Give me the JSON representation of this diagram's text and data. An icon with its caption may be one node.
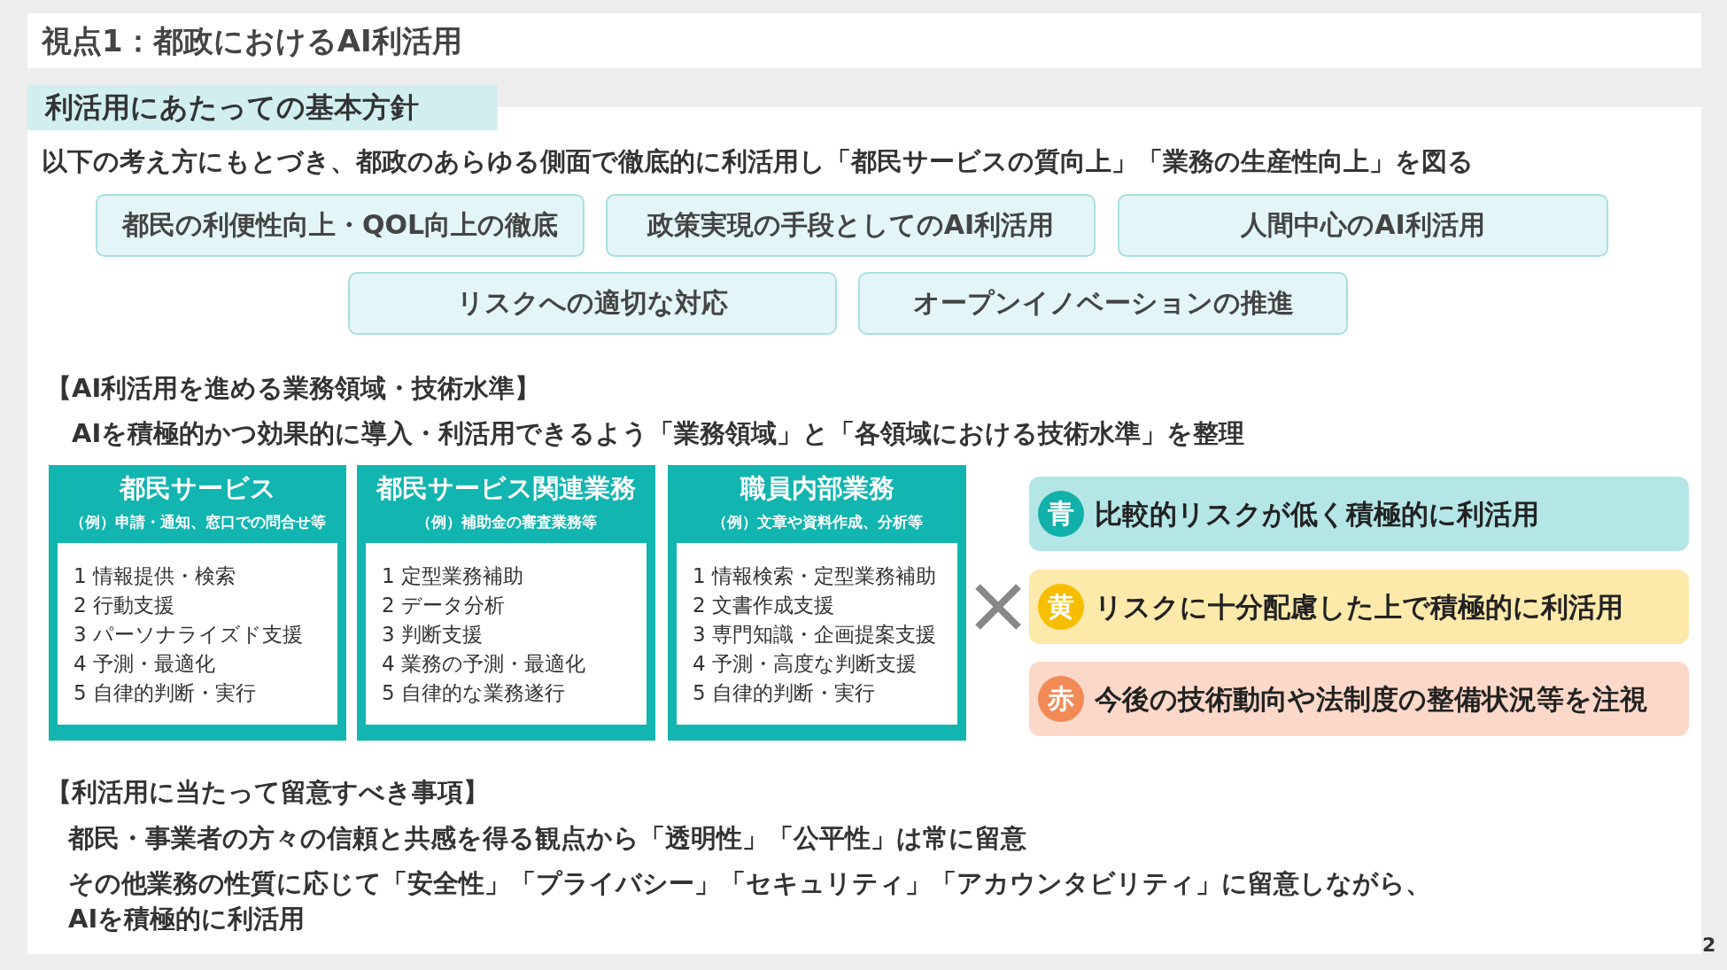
{
  "diagram": {
    "title": "視点1：都政におけるAI利活用",
    "nodes": [
      {
        "text": [
          "利活用にあたっての基本方針"
        ]
      },
      {
        "text": [
          "都民の利便性向上・QOL向上の徹底"
        ]
      },
      {
        "text": [
          "政策実現の手段としてのAI利活用"
        ]
      },
      {
        "text": [
          "人間中心のAI利活用"
        ]
      },
      {
        "text": [
          "リスクへの適切な対応"
        ]
      },
      {
        "text": [
          "オープンイノベーションの推進"
        ]
      },
      {
        "text": [
          "都民サービス",
          "（例）申請・通知、窓口での問合せ等"
        ]
      },
      {
        "text": [
          "1 情報提供・検索",
          "2 行動支援",
          "3 パーソナライズド支援",
          "4 予測・最適化",
          "5 自律的判断・実行"
        ],
        "in": 6
      },
      {
        "text": [
          "都民サービス関連業務",
          "（例）補助金の審査業務等"
        ]
      },
      {
        "text": [
          "1 定型業務補助",
          "2 データ分析",
          "3 判断支援",
          "4 業務の予測・最適化",
          "5 自律的な業務遂行"
        ],
        "in": 8
      },
      {
        "text": [
          "職員内部業務",
          "（例）文章や資料作成、分析等"
        ]
      },
      {
        "text": [
          "1 情報検索・定型業務補助",
          "2 文書作成支援",
          "3 専門知識・企画提案支援",
          "4 予測・高度な判断支援",
          "5 自律的判断・実行"
        ],
        "in": 10
      },
      {
        "text": [
          "比較的リスクが低く積極的に利活用"
        ]
      },
      {
        "text": [
          "青"
        ],
        "in": 12
      },
      {
        "text": [
          "リスクに十分配慮した上で積極的に利活用"
        ]
      },
      {
        "text": [
          "黄"
        ],
        "in": 14
      },
      {
        "text": [
          "今後の技術動向や法制度の整備状況等を注視"
        ]
      },
      {
        "text": [
          "赤"
        ],
        "in": 16
      }
    ],
    "edges": [],
    "labels": [
      "以下の考え方にもとづき、都政のあらゆる側面で徹底的に利活用し「都民サービスの質向上」「業務の生産性向上」を図る",
      "【AI利活用を進める業務領域・技術水準】",
      "AIを積極的かつ効果的に導入・利活用できるよう「業務領域」と「各領域における技術水準」を整理",
      "【利活用に当たって留意すべき事項】",
      "都民・事業者の方々の信頼と共感を得る観点から「透明性」「公平性」は常に留意",
      "その他業務の性質に応じて「安全性」「プライバシー」「セキュリティ」「アカウンタビリティ」に留意しながら、AIを積極的に利活用",
      "2"
    ]
  }
}
